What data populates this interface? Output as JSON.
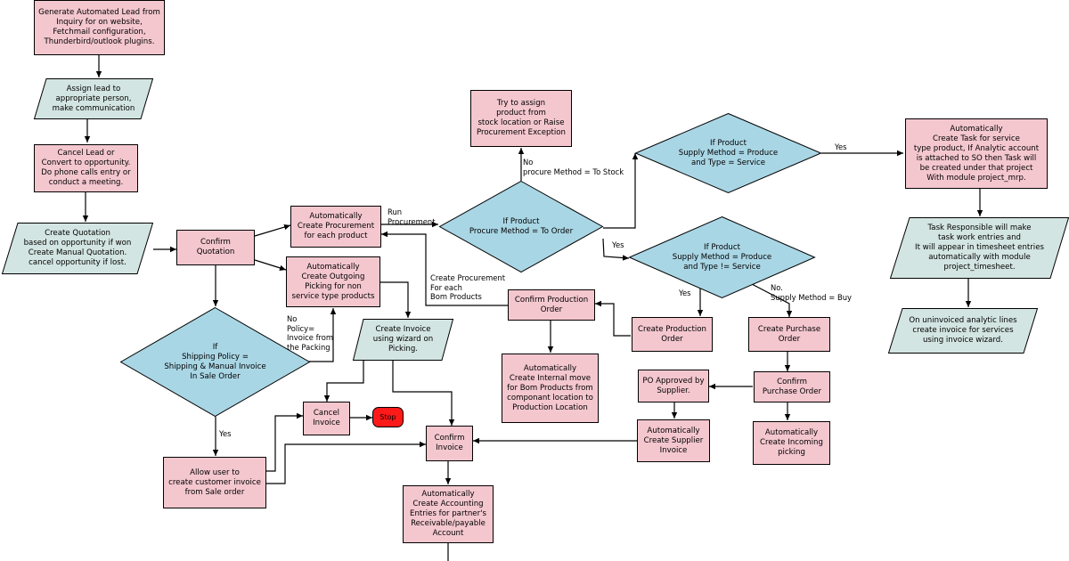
{
  "nodes": {
    "lead": "Generate Automated Lead from\nInquiry for on website,\nFetchmail configuration,\nThunderbird/outlook plugins.",
    "assign": "Assign lead to\nappropriate person,\nmake communication",
    "cancel_lead": "Cancel Lead or\nConvert to opportunity.\nDo phone calls entry or\nconduct a meeting.",
    "quotation": "Create Quotation\nbased on opportunity if won\nCreate Manual Quotation.\ncancel opportunity if lost.",
    "confirm_quotation": "Confirm\nQuotation",
    "auto_procurement": "Automatically\nCreate Procurement\nfor each product",
    "auto_picking": "Automatically\nCreate Outgoing\nPicking for non\nservice type products",
    "shipping_policy": "If\nShipping Policy =\nShipping & Manual Invoice\nIn Sale Order",
    "create_invoice_wizard": "Create Invoice\nusing wizard on\nPicking.",
    "cancel_invoice": "Cancel\nInvoice",
    "stop": "Stop",
    "allow_user": "Allow user to\ncreate customer invoice\nfrom Sale order",
    "confirm_invoice": "Confirm\nInvoice",
    "auto_accounting": "Automatically\nCreate Accounting\nEntries for partner's\nReceivable/payable\nAccount",
    "try_assign": "Try to assign\nproduct from\nstock location or Raise\nProcurement Exception",
    "procure_method": "If Product\nProcure Method = To Order",
    "supply_service": "If Product\nSupply Method = Produce\nand Type = Service",
    "supply_non_service": "If Product\nSupply Method = Produce\nand Type != Service",
    "confirm_production": "Confirm Production\nOrder",
    "auto_internal_move": "Automatically\nCreate Internal move\nfor Bom Products from\ncomponant location to\nProduction Location",
    "create_production": "Create Production\nOrder",
    "create_purchase": "Create Purchase\nOrder",
    "confirm_purchase": "Confirm\nPurchase Order",
    "po_approved": "PO Approved by\nSupplier.",
    "auto_supplier_invoice": "Automatically\nCreate Supplier\nInvoice",
    "auto_incoming": "Automatically\nCreate Incoming\npicking",
    "auto_task": "Automatically\nCreate Task for service\ntype product, If Analytic account\nis attached to SO then Task will\nbe created under that project\nWith module project_mrp.",
    "task_responsible": "Task Responsible will make\ntask work entries and\nIt will appear in timesheet entries\nautomatically with module\nproject_timesheet.",
    "uninvoiced": "On uninvoiced analytic lines\ncreate invoice for services\nusing invoice wizard."
  },
  "labels": {
    "run_procurement": "Run\nProcurement",
    "no_to_stock": "No\nprocure Method = To Stock",
    "yes_service": "Yes",
    "yes_to_order": "Yes",
    "create_procurement_bom": "Create Procurement\nFor each\nBom Products",
    "yes_production": "Yes",
    "no_buy": "No.\nSupply Method = Buy",
    "no_policy": "No\nPolicy=\nInvoice from\nthe Packing",
    "yes_allow": "Yes"
  },
  "colors": {
    "process_fill": "#f4c7cf",
    "decision_fill": "#a9d6e5",
    "io_fill": "#d3e5e2",
    "stop_fill": "#ff1a1a",
    "line": "#000000"
  }
}
